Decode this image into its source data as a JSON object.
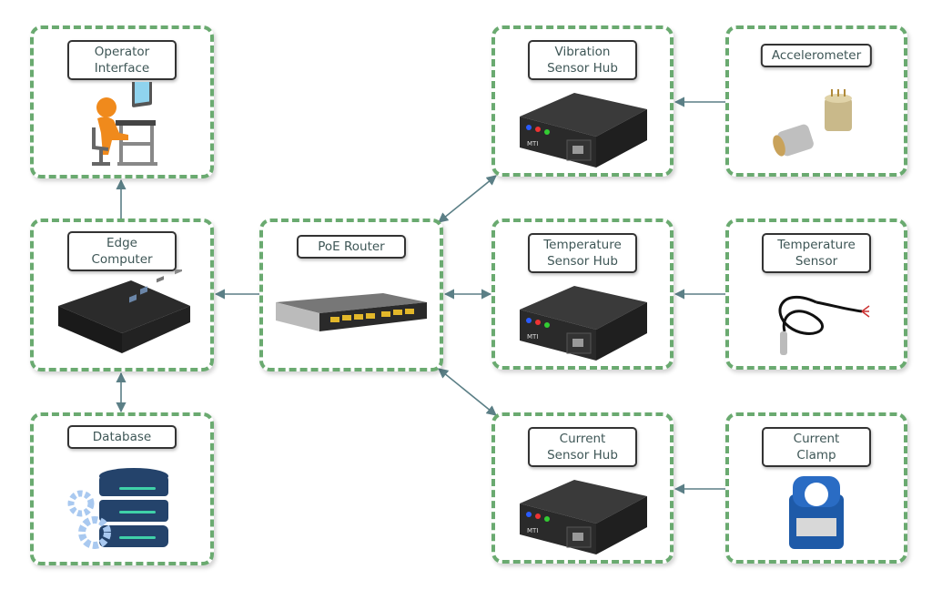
{
  "colors": {
    "border": "#6aaa70",
    "connector": "#5b7f86",
    "label_text": "#3e5656"
  },
  "nodes": {
    "operator": {
      "label": "Operator\nInterface",
      "icon": "person-at-computer-icon"
    },
    "edge": {
      "label": "Edge Computer",
      "icon": "edge-computer-device-icon"
    },
    "database": {
      "label": "Database",
      "icon": "database-gears-icon"
    },
    "router": {
      "label": "PoE Router",
      "icon": "network-switch-icon"
    },
    "vibration_hub": {
      "label": "Vibration\nSensor Hub",
      "icon": "sensor-hub-device-icon"
    },
    "temperature_hub": {
      "label": "Temperature\nSensor Hub",
      "icon": "sensor-hub-device-icon"
    },
    "current_hub": {
      "label": "Current\nSensor Hub",
      "icon": "sensor-hub-device-icon"
    },
    "accelerometer": {
      "label": "Accelerometer",
      "icon": "accelerometer-icon"
    },
    "temperature_sensor": {
      "label": "Temperature\nSensor",
      "icon": "temperature-probe-icon"
    },
    "current_clamp": {
      "label": "Current\nClamp",
      "icon": "current-clamp-icon"
    }
  },
  "connections": [
    {
      "from": "edge",
      "to": "operator",
      "direction": "one-way"
    },
    {
      "from": "router",
      "to": "edge",
      "direction": "one-way"
    },
    {
      "from": "edge",
      "to": "database",
      "direction": "two-way"
    },
    {
      "from": "router",
      "to": "vibration_hub",
      "direction": "two-way"
    },
    {
      "from": "router",
      "to": "temperature_hub",
      "direction": "two-way"
    },
    {
      "from": "router",
      "to": "current_hub",
      "direction": "two-way"
    },
    {
      "from": "accelerometer",
      "to": "vibration_hub",
      "direction": "one-way"
    },
    {
      "from": "temperature_sensor",
      "to": "temperature_hub",
      "direction": "one-way"
    },
    {
      "from": "current_clamp",
      "to": "current_hub",
      "direction": "one-way"
    }
  ]
}
